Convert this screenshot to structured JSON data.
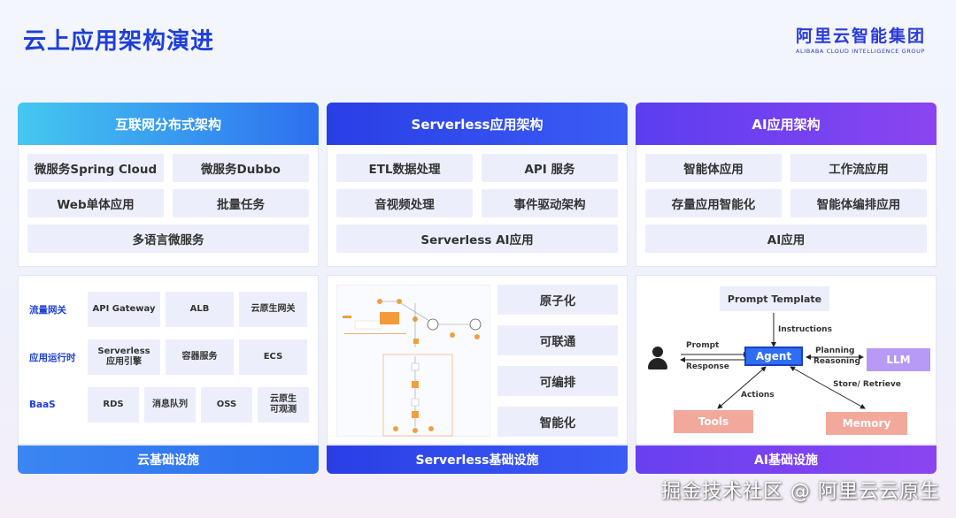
{
  "title": "云上应用架构演进",
  "logo": {
    "cn": "阿里云智能集团",
    "en": "ALIBABA CLOUD INTELLIGENCE GROUP"
  },
  "columns": [
    {
      "header": "互联网分布式架构",
      "items": [
        "微服务Spring Cloud",
        "微服务Dubbo",
        "Web单体应用",
        "批量任务",
        "多语言微服务"
      ],
      "infra_rows": [
        {
          "label": "流量网关",
          "cells": [
            "API Gateway",
            "ALB",
            "云原生网关"
          ]
        },
        {
          "label": "应用运行时",
          "cells": [
            "Serverless\n应用引擎",
            "容器服务",
            "ECS"
          ]
        },
        {
          "label": "BaaS",
          "cells": [
            "RDS",
            "消息队列",
            "OSS",
            "云原生\n可观测"
          ]
        }
      ],
      "footer": "云基础设施"
    },
    {
      "header": "Serverless应用架构",
      "items": [
        "ETL数据处理",
        "API 服务",
        "音视频处理",
        "事件驱动架构",
        "Serverless AI应用"
      ],
      "side_items": [
        "原子化",
        "可联通",
        "可编排",
        "智能化"
      ],
      "footer": "Serverless基础设施"
    },
    {
      "header": "AI应用架构",
      "items": [
        "智能体应用",
        "工作流应用",
        "存量应用智能化",
        "智能体编排应用",
        "AI应用"
      ],
      "diagram": {
        "prompt_template": "Prompt Template",
        "instructions": "Instructions",
        "prompt": "Prompt",
        "response": "Response",
        "agent": "Agent",
        "planning": "Planning",
        "reasoning": "Reasoning",
        "llm": "LLM",
        "actions": "Actions",
        "store_retrieve": "Store/ Retrieve",
        "tools": "Tools",
        "memory": "Memory"
      },
      "footer": "AI基础设施"
    }
  ],
  "watermark": "掘金技术社区 @ 阿里云云原生"
}
